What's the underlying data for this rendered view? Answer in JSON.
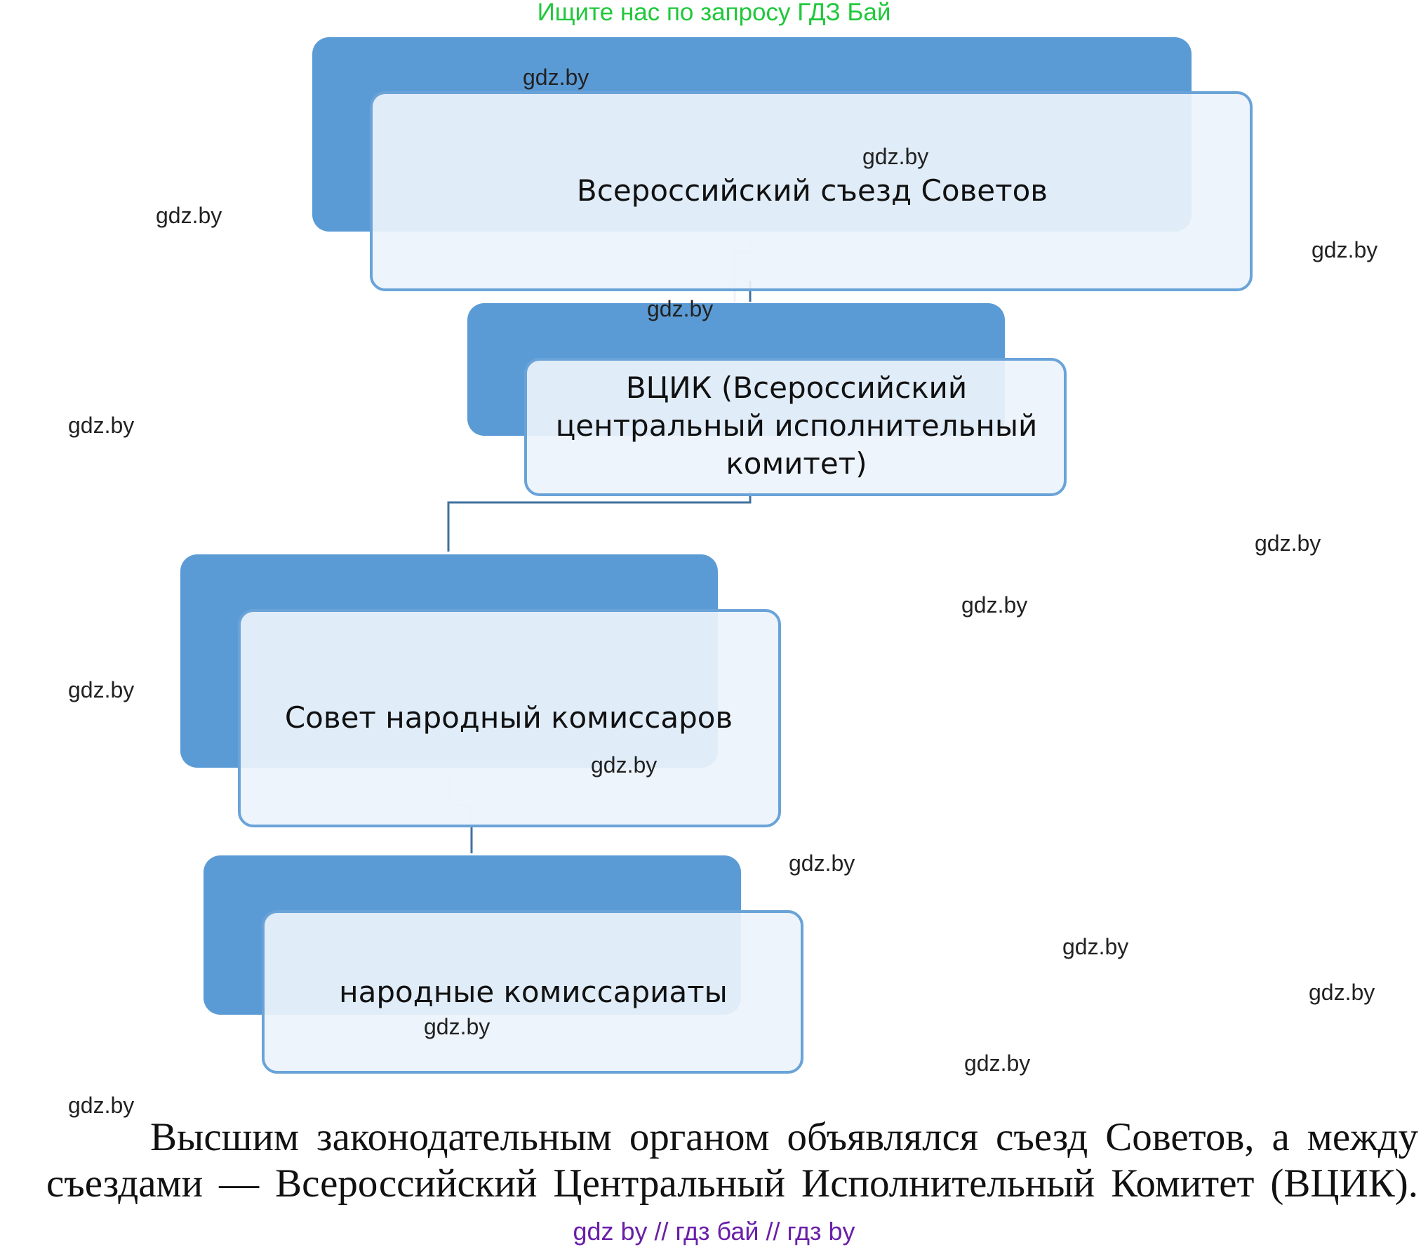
{
  "banner_top": "Ищите нас по запросу ГДЗ Бай",
  "diagram": {
    "nodes": [
      {
        "label": "Всероссийский съезд Советов"
      },
      {
        "label": "ВЦИК (Всероссийский центральный исполнительный комитет)"
      },
      {
        "label": "Совет народный комиссаров"
      },
      {
        "label": "народные комиссариаты"
      }
    ]
  },
  "watermark": "gdz.by",
  "paragraph": "Высшим законодательным органом объявлялся съезд Советов, а между съездами — Всероссийский Центральный Исполнительный Комитет (ВЦИК).",
  "banner_bottom": "gdz by  //  гдз бай  //  гдз by"
}
